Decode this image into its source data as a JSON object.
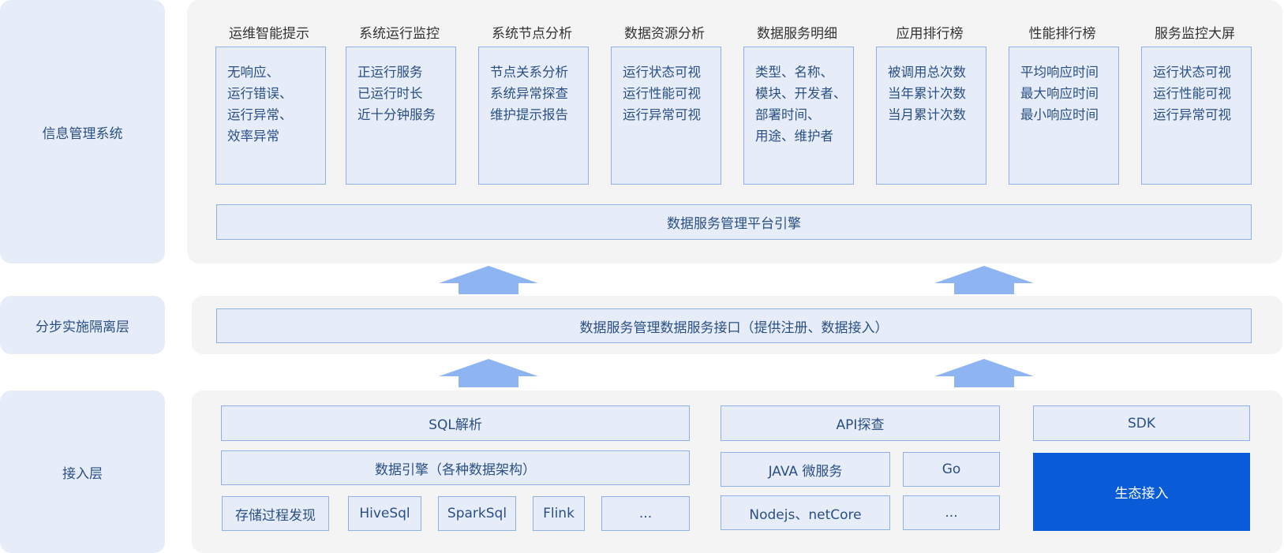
{
  "layers": {
    "info": "信息管理系统",
    "isolation": "分步实施隔离层",
    "access": "接入层"
  },
  "columns": [
    {
      "title": "运维智能提示",
      "lines": [
        "无响应、",
        "运行错误、",
        "运行异常、",
        "效率异常"
      ]
    },
    {
      "title": "系统运行监控",
      "lines": [
        "正运行服务",
        "已运行时长",
        "近十分钟服务"
      ]
    },
    {
      "title": "系统节点分析",
      "lines": [
        "节点关系分析",
        "系统异常探查",
        "维护提示报告"
      ]
    },
    {
      "title": "数据资源分析",
      "lines": [
        "运行状态可视",
        "运行性能可视",
        "运行异常可视"
      ]
    },
    {
      "title": "数据服务明细",
      "lines": [
        "类型、名称、",
        "模块、开发者、",
        "部署时间、",
        "用途、维护者"
      ]
    },
    {
      "title": "应用排行榜",
      "lines": [
        "被调用总次数",
        "当年累计次数",
        "当月累计次数"
      ]
    },
    {
      "title": "性能排行榜",
      "lines": [
        "平均响应时间",
        "最大响应时间",
        "最小响应时间"
      ]
    },
    {
      "title": "服务监控大屏",
      "lines": [
        "运行状态可视",
        "运行性能可视",
        "运行异常可视"
      ]
    }
  ],
  "engine_bar": "数据服务管理平台引擎",
  "interface_bar": "数据服务管理数据服务接口（提供注册、数据接入）",
  "access": {
    "sql_parse": "SQL解析",
    "data_engine": "数据引擎（各种数据架构）",
    "sql_items": [
      "存储过程发现",
      "HiveSql",
      "SparkSql",
      "Flink",
      "..."
    ],
    "api_probe": "API探查",
    "java": "JAVA 微服务",
    "go": "Go",
    "nodejs": "Nodejs、netCore",
    "api_more": "...",
    "sdk": "SDK",
    "ecosystem": "生态接入"
  },
  "colors": {
    "layer_bg": "#e6edf8",
    "panel_bg": "#f4f4f4",
    "box_bg": "#e6edf8",
    "box_border": "#8fb0e6",
    "text_blue": "#2a4f85",
    "arrow": "#8fb4f2",
    "eco_bg": "#0a5bd8"
  }
}
